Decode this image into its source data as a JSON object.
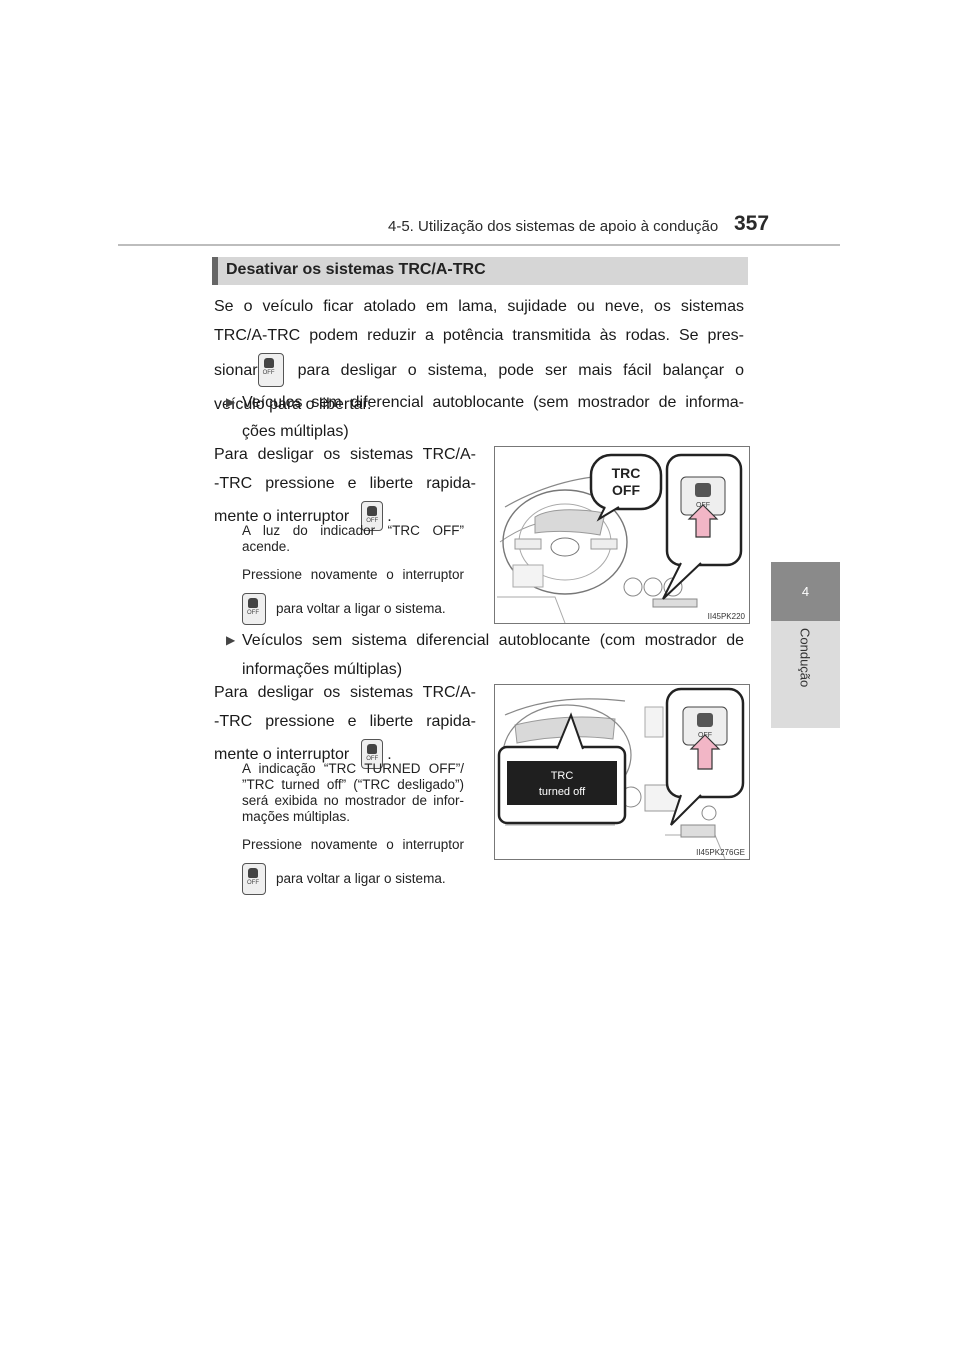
{
  "header": {
    "title": "4-5. Utilização dos sistemas de apoio à condução",
    "page_number": "357"
  },
  "side_tab": {
    "number": "4",
    "label": "Condução"
  },
  "section": {
    "title": "Desativar os sistemas TRC/A-TRC"
  },
  "intro": {
    "line1": "Se o veículo ficar atolado em lama, sujidade ou neve, os sistemas",
    "line2": "TRC/A-TRC podem reduzir a potência transmitida às rodas. Se pres-",
    "line3_a": "sionar",
    "line3_b": "para desligar o sistema, pode ser mais fácil balançar o",
    "line4": "veículo para o libertar."
  },
  "block1": {
    "bullet_line1": "Veículos sem diferencial autoblocante (sem mostrador de informa-",
    "bullet_line2": "ções múltiplas)",
    "p_line1": "Para desligar os sistemas TRC/A-",
    "p_line2": "-TRC pressione e liberte rapida-",
    "p_line3": "mente o interruptor",
    "p_line3_end": ".",
    "note1_line1": "A luz do indicador “TRC OFF”",
    "note1_line2": "acende.",
    "note2_line1": "Pressione novamente o interruptor",
    "note2_line2": "para voltar a ligar o sistema.",
    "figure": {
      "callout_line1": "TRC",
      "callout_line2": "OFF",
      "code": "II45PK220"
    }
  },
  "block2": {
    "bullet_line1": "Veículos sem sistema diferencial autoblocante (com mostrador de",
    "bullet_line2": "informações múltiplas)",
    "p_line1": "Para desligar os sistemas TRC/A-",
    "p_line2": "-TRC pressione e liberte rapida-",
    "p_line3": "mente o interruptor",
    "p_line3_end": ".",
    "note1_line1": "A indicação “TRC TURNED OFF”/",
    "note1_line2": "”TRC turned off” (“TRC desligado”)",
    "note1_line3": "será exibida no mostrador de infor-",
    "note1_line4": "mações múltiplas.",
    "note2_line1": "Pressione novamente o interruptor",
    "note2_line2": "para voltar a ligar o sistema.",
    "figure": {
      "display_line1": "TRC",
      "display_line2": "turned off",
      "code": "II45PK276GE"
    }
  },
  "button_icon": {
    "name": "trc-off-switch-icon",
    "label": "OFF"
  },
  "colors": {
    "arrow_pink": "#f2b6c6",
    "tab_dark": "#8a8a8a",
    "tab_light": "#dcdcdc",
    "bar": "#d6d6d6"
  }
}
